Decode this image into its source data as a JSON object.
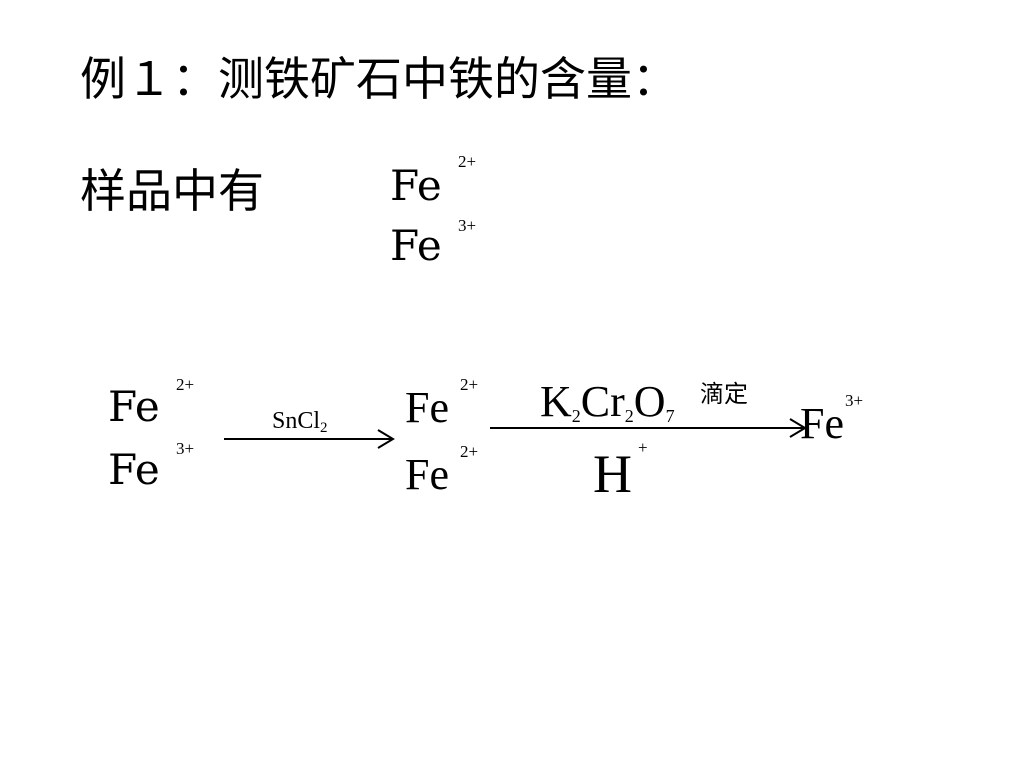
{
  "title": "例１：测铁矿石中铁的含量：",
  "sample_label": "样品中有",
  "sample_ions": [
    {
      "symbol": "Fe",
      "charge": "2+"
    },
    {
      "symbol": "Fe",
      "charge": "3+"
    }
  ],
  "reaction": {
    "reactants": [
      {
        "symbol": "Fe",
        "charge": "2+"
      },
      {
        "symbol": "Fe",
        "charge": "3+"
      }
    ],
    "reagent1": {
      "sn": "Sn",
      "cl": "Cl",
      "sub": "2"
    },
    "intermediates": [
      {
        "symbol": "Fe",
        "charge": "2+"
      },
      {
        "symbol": "Fe",
        "charge": "2+"
      }
    ],
    "reagent2": {
      "k": "K",
      "k_sub": "2",
      "cr": "Cr",
      "cr_sub": "2",
      "o": "O",
      "o_sub": "7",
      "action": "滴定"
    },
    "condition": {
      "symbol": "H",
      "charge": "+"
    },
    "product": {
      "symbol": "Fe",
      "charge": "3+"
    }
  }
}
